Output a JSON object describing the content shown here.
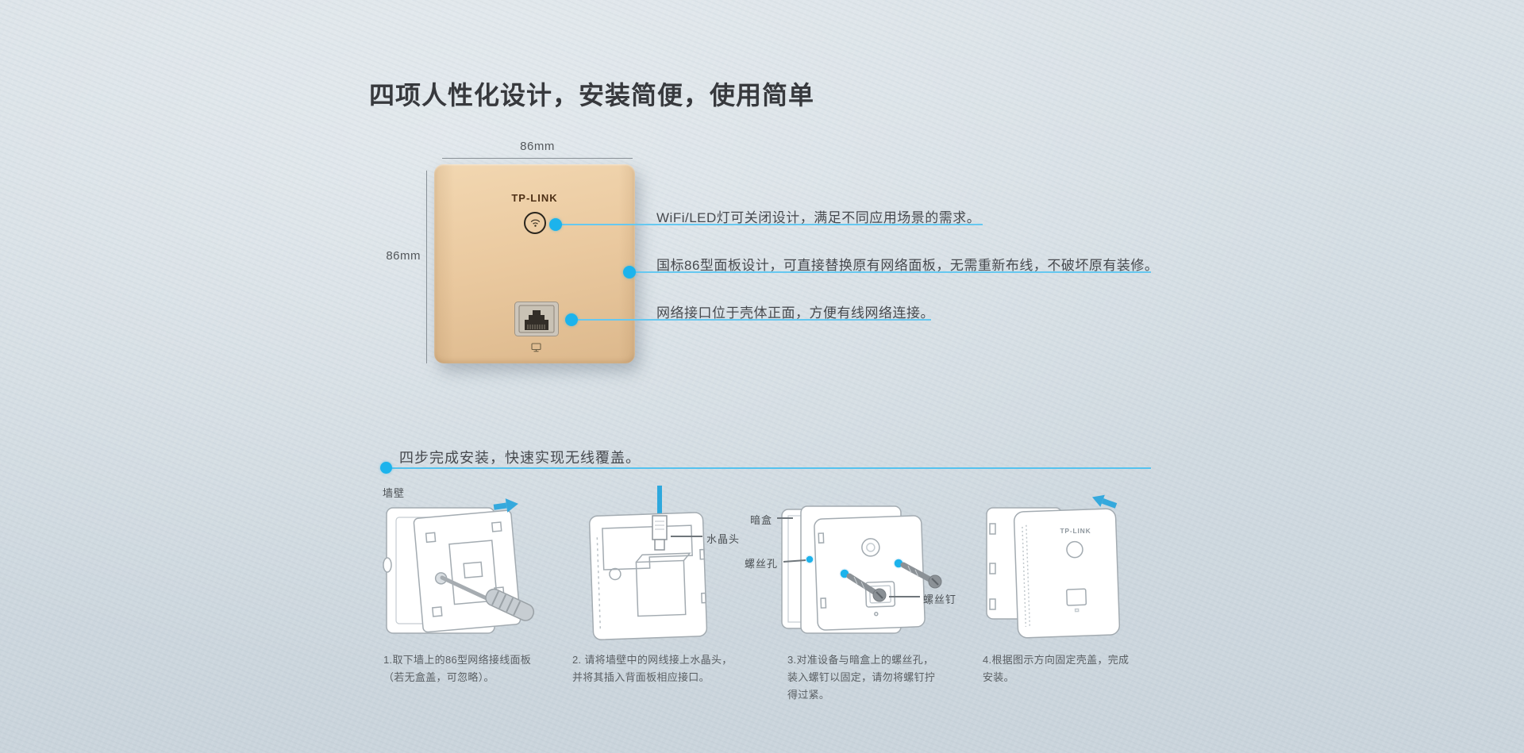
{
  "page_title": "四项人性化设计，安装简便，使用简单",
  "product": {
    "brand": "TP-LINK",
    "dimensions": {
      "width": "86mm",
      "height": "86mm"
    },
    "callouts": [
      {
        "text": "WiFi/LED灯可关闭设计，满足不同应用场景的需求。"
      },
      {
        "text": "国标86型面板设计，可直接替换原有网络面板，无需重新布线，不破坏原有装修。"
      },
      {
        "text": "网络接口位于壳体正面，方便有线网络连接。"
      }
    ]
  },
  "install_guide": {
    "heading": "四步完成安装，快速实现无线覆盖。",
    "steps": [
      {
        "labels": {
          "wall": "墙壁"
        },
        "caption_lines": [
          "1.取下墙上的86型网络接线面板",
          "（若无盒盖，可忽略）。"
        ]
      },
      {
        "labels": {
          "crystal_head": "水晶头"
        },
        "caption_lines": [
          "2. 请将墙壁中的网线接上水晶头，",
          "并将其插入背面板相应接口。"
        ]
      },
      {
        "labels": {
          "junction_box": "暗盒",
          "screw_hole": "螺丝孔",
          "screw": "螺丝钉"
        },
        "caption_lines": [
          "3.对准设备与暗盒上的螺丝孔，",
          "装入螺钉以固定，请勿将螺钉拧",
          "得过紧。"
        ]
      },
      {
        "labels": {
          "cover_brand": "TP-LINK"
        },
        "caption_lines": [
          "4.根据图示方向固定壳盖，完成",
          "安装。"
        ]
      }
    ]
  },
  "colors": {
    "accent_cyan": "#1cb3ec",
    "callout_line": "#66c8f0",
    "panel_gold": "#e9c89e",
    "background": "#d5dee4",
    "arrow_blue": "#35a9dd"
  }
}
